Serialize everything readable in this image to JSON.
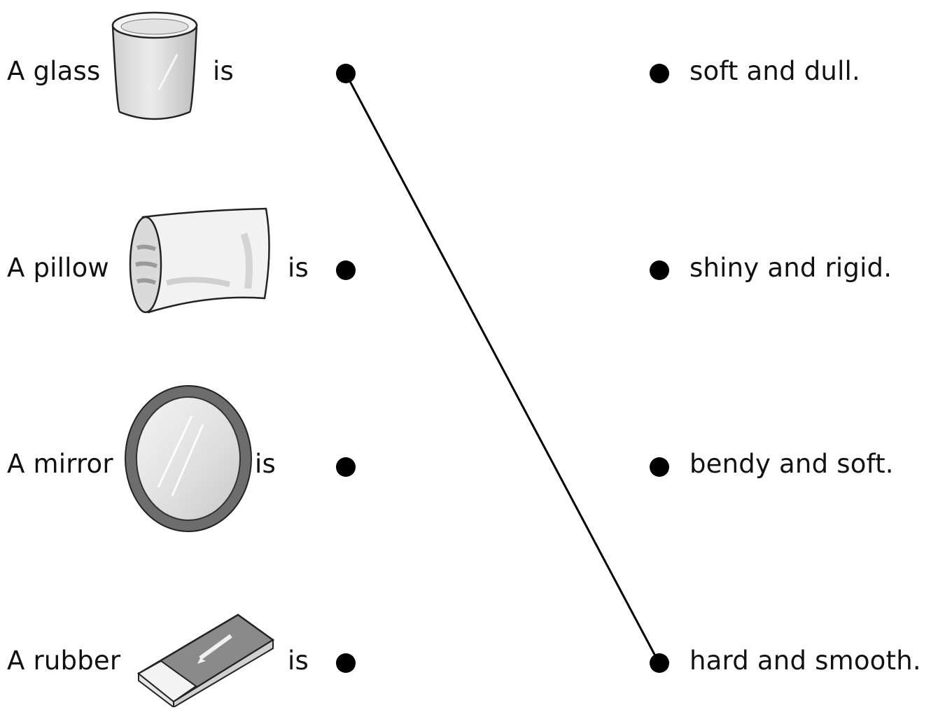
{
  "left_items": [
    {
      "subject": "A glass",
      "verb": "is",
      "icon": "glass-icon"
    },
    {
      "subject": "A pillow",
      "verb": "is",
      "icon": "pillow-icon"
    },
    {
      "subject": "A mirror",
      "verb": "is",
      "icon": "mirror-icon"
    },
    {
      "subject": "A rubber",
      "verb": "is",
      "icon": "rubber-icon"
    }
  ],
  "right_items": [
    {
      "text": "soft and dull."
    },
    {
      "text": "shiny and rigid."
    },
    {
      "text": "bendy and soft."
    },
    {
      "text": "hard and smooth."
    }
  ],
  "connections": [
    {
      "from": "A glass",
      "to": "hard and smooth."
    }
  ],
  "colors": {
    "ink": "#111111",
    "dot": "#000000",
    "line": "#000000"
  }
}
